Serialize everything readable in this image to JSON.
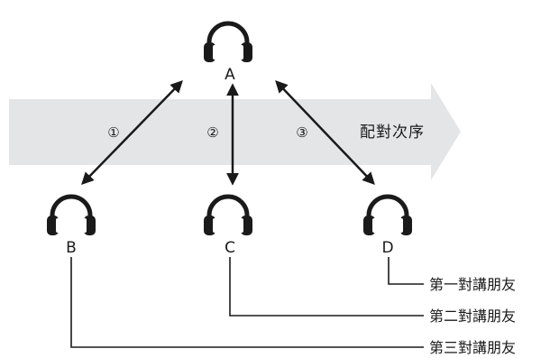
{
  "headphones": [
    {
      "id": "A",
      "label": "A",
      "icon": "headphones-icon"
    },
    {
      "id": "B",
      "label": "B",
      "icon": "headphones-icon"
    },
    {
      "id": "C",
      "label": "C",
      "icon": "headphones-icon"
    },
    {
      "id": "D",
      "label": "D",
      "icon": "headphones-icon"
    }
  ],
  "pairing_order_label": "配對次序",
  "steps": [
    {
      "label": "①",
      "from": "A",
      "to": "B"
    },
    {
      "label": "②",
      "from": "A",
      "to": "C"
    },
    {
      "label": "③",
      "from": "A",
      "to": "D"
    }
  ],
  "friends": [
    {
      "label": "第一對講朋友",
      "headphone": "D"
    },
    {
      "label": "第二對講朋友",
      "headphone": "C"
    },
    {
      "label": "第三對講朋友",
      "headphone": "B"
    }
  ],
  "colors": {
    "arrow_band": "#e3e5e6",
    "line": "#1a1a1a",
    "headphone": "#1a1a1a"
  }
}
